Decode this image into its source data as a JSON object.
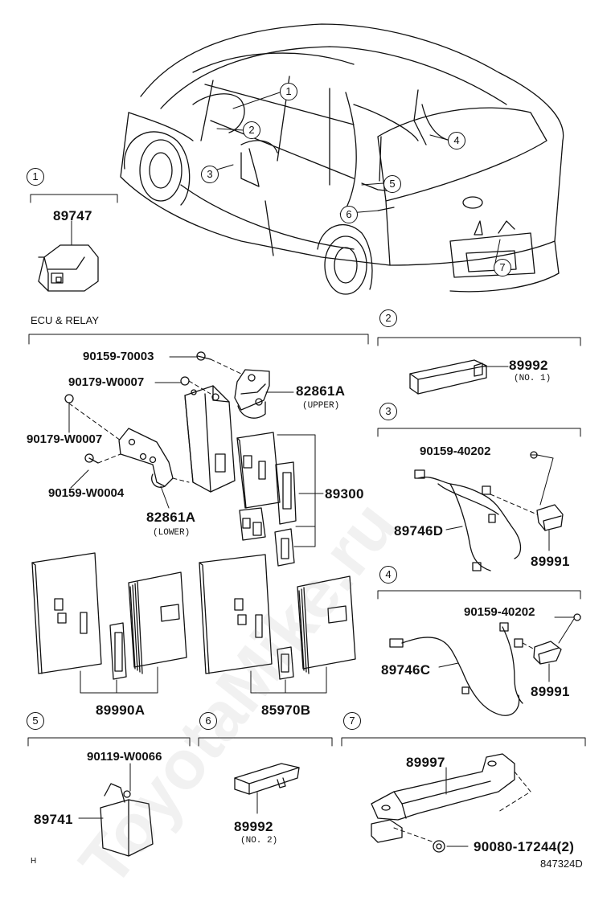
{
  "callouts": {
    "c1": "1",
    "c2": "2",
    "c3": "3",
    "c4": "4",
    "c5": "5",
    "c6": "6",
    "c7": "7"
  },
  "section_header": "ECU & RELAY",
  "parts": {
    "p89747": "89747",
    "p90159_70003": "90159-70003",
    "p90179_w0007a": "90179-W0007",
    "p82861a_upper": "82861A",
    "upper_note": "(UPPER)",
    "p90179_w0007b": "90179-W0007",
    "p90159_w0004": "90159-W0004",
    "p82861a_lower": "82861A",
    "lower_note": "(LOWER)",
    "p89300": "89300",
    "p89990a": "89990A",
    "p85970b": "85970B",
    "p89992_no1": "89992",
    "no1_note": "(NO. 1)",
    "p90159_40202a": "90159-40202",
    "p89746d": "89746D",
    "p89991a": "89991",
    "p90159_40202b": "90159-40202",
    "p89746c": "89746C",
    "p89991b": "89991",
    "p90119_w0066": "90119-W0066",
    "p89741": "89741",
    "p89992_no2": "89992",
    "no2_note": "(NO. 2)",
    "p89997": "89997",
    "p90080": "90080-17244(2)"
  },
  "footer": {
    "left": "H",
    "right": "847324D"
  },
  "watermark": "ToyotaMike.ru"
}
